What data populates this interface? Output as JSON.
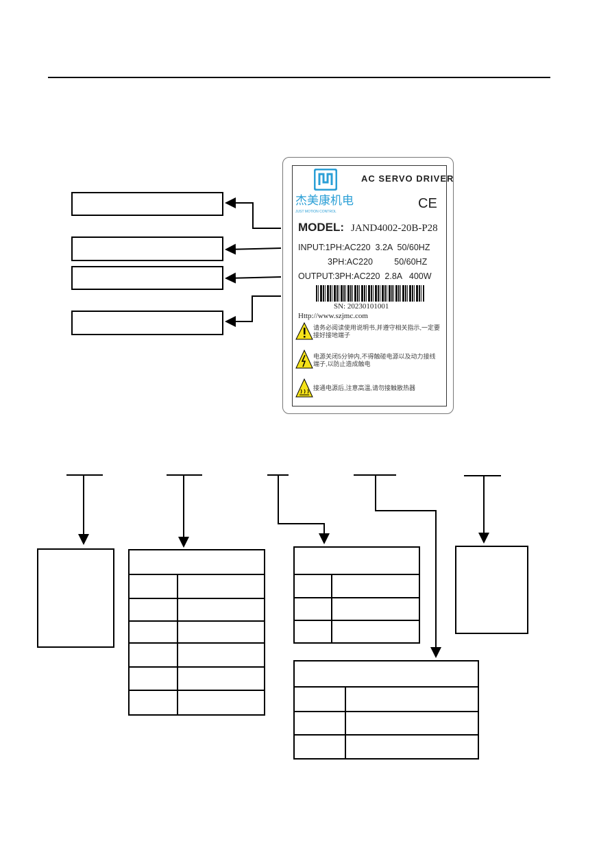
{
  "nameplate": {
    "title": "AC SERVO DRIVER",
    "brand_cn": "杰美康机电",
    "brand_en": "JUST MOTION CONTROL",
    "ce_mark": "CE",
    "model_label": "MODEL:",
    "model_value": "JAND4002-20B-P28",
    "input_line1": "INPUT:1PH:AC220  3.2A  50/60HZ",
    "input_line2": "3PH:AC220         50/60HZ",
    "output_line": "OUTPUT:3PH:AC220  2.8A   400W",
    "serial": "SN: 20230101001",
    "website": "Http://www.szjmc.com",
    "warnings": [
      "请务必阅读使用说明书,并遵守相关指示,一定要接好接地端子",
      "电源关闭5分钟内,不得触碰电源以及动力接线端子,以防止造成触电",
      "接通电源后,注意高温,请勿接触散热器"
    ]
  },
  "colors": {
    "brand": "#2b9fd6",
    "warning": "#f5e21a"
  }
}
